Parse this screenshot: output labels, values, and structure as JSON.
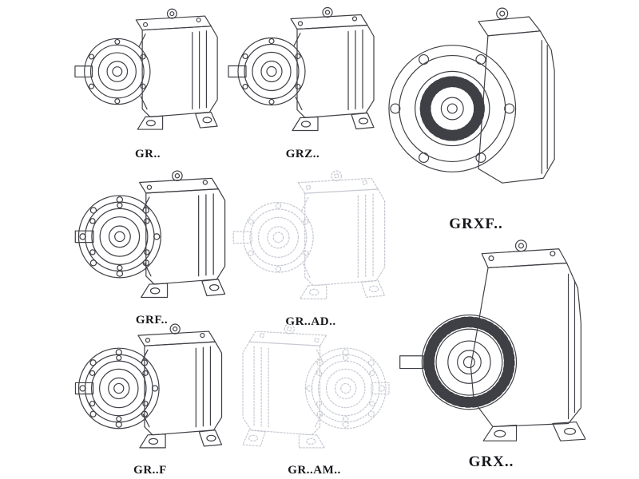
{
  "page": {
    "background": "#ffffff",
    "colors": {
      "ink": "#3f4046",
      "ghost_ink": "#c7cad2",
      "label": "#17181c"
    }
  },
  "figures": [
    {
      "id": "gr",
      "label": "GR..",
      "line_style": "solid"
    },
    {
      "id": "grz",
      "label": "GRZ..",
      "line_style": "solid"
    },
    {
      "id": "grxf",
      "label": "GRXF..",
      "line_style": "solid"
    },
    {
      "id": "grf",
      "label": "GRF..",
      "line_style": "solid"
    },
    {
      "id": "grad",
      "label": "GR..AD..",
      "line_style": "dashed"
    },
    {
      "id": "grdotf",
      "label": "GR..F",
      "line_style": "solid"
    },
    {
      "id": "gram",
      "label": "GR..AM..",
      "line_style": "dashed"
    },
    {
      "id": "grx",
      "label": "GRX..",
      "line_style": "solid"
    }
  ]
}
